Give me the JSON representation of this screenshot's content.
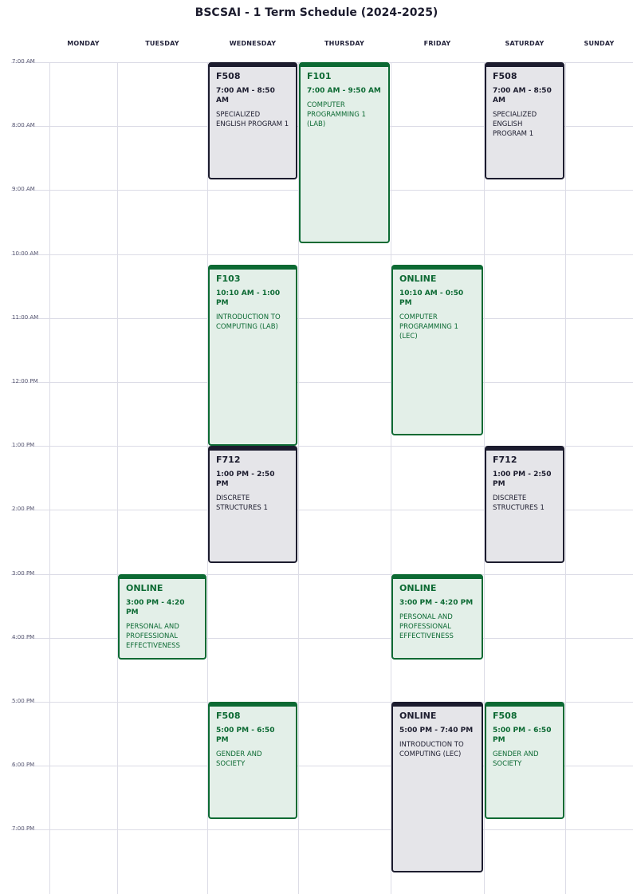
{
  "title": "BSCSAI - 1 Term Schedule (2024-2025)",
  "days": [
    "MONDAY",
    "TUESDAY",
    "WEDNESDAY",
    "THURSDAY",
    "FRIDAY",
    "SATURDAY",
    "SUNDAY"
  ],
  "time_labels": [
    "7:00 AM",
    "8:00 AM",
    "9:00 AM",
    "10:00 AM",
    "11:00 AM",
    "12:00 PM",
    "1:00 PM",
    "2:00 PM",
    "3:00 PM",
    "4:00 PM",
    "5:00 PM",
    "6:00 PM",
    "7:00 PM"
  ],
  "colors": {
    "dark": "#1c1c2e",
    "green": "#0c6a33"
  },
  "events": [
    {
      "day": "WEDNESDAY",
      "start": 7.0,
      "end": 8.8333,
      "style": "dark",
      "room": "F508",
      "time": "7:00 AM - 8:50 AM",
      "course": "SPECIALIZED ENGLISH PROGRAM 1"
    },
    {
      "day": "THURSDAY",
      "start": 7.0,
      "end": 9.8333,
      "style": "green",
      "room": "F101",
      "time": "7:00 AM - 9:50 AM",
      "course": "COMPUTER PROGRAMMING 1 (LAB)"
    },
    {
      "day": "SATURDAY",
      "start": 7.0,
      "end": 8.8333,
      "style": "dark",
      "room": "F508",
      "time": "7:00 AM - 8:50 AM",
      "course": "SPECIALIZED ENGLISH PROGRAM 1"
    },
    {
      "day": "WEDNESDAY",
      "start": 10.1667,
      "end": 13.0,
      "style": "green",
      "room": "F103",
      "time": "10:10 AM - 1:00 PM",
      "course": "INTRODUCTION TO COMPUTING (LAB)"
    },
    {
      "day": "FRIDAY",
      "start": 10.1667,
      "end": 12.8333,
      "style": "green",
      "room": "ONLINE",
      "time": "10:10 AM - 0:50 PM",
      "course": "COMPUTER PROGRAMMING 1 (LEC)"
    },
    {
      "day": "WEDNESDAY",
      "start": 13.0,
      "end": 14.8333,
      "style": "dark",
      "room": "F712",
      "time": "1:00 PM - 2:50 PM",
      "course": "DISCRETE STRUCTURES 1"
    },
    {
      "day": "SATURDAY",
      "start": 13.0,
      "end": 14.8333,
      "style": "dark",
      "room": "F712",
      "time": "1:00 PM - 2:50 PM",
      "course": "DISCRETE STRUCTURES 1"
    },
    {
      "day": "TUESDAY",
      "start": 15.0,
      "end": 16.3333,
      "style": "green",
      "room": "ONLINE",
      "time": "3:00 PM - 4:20 PM",
      "course": "PERSONAL AND PROFESSIONAL EFFECTIVENESS"
    },
    {
      "day": "FRIDAY",
      "start": 15.0,
      "end": 16.3333,
      "style": "green",
      "room": "ONLINE",
      "time": "3:00 PM - 4:20 PM",
      "course": "PERSONAL AND PROFESSIONAL EFFECTIVENESS"
    },
    {
      "day": "WEDNESDAY",
      "start": 17.0,
      "end": 18.8333,
      "style": "green",
      "room": "F508",
      "time": "5:00 PM - 6:50 PM",
      "course": "GENDER AND SOCIETY"
    },
    {
      "day": "FRIDAY",
      "start": 17.0,
      "end": 19.6667,
      "style": "dark",
      "room": "ONLINE",
      "time": "5:00 PM - 7:40 PM",
      "course": "INTRODUCTION TO COMPUTING (LEC)"
    },
    {
      "day": "SATURDAY",
      "start": 17.0,
      "end": 18.8333,
      "style": "green",
      "room": "F508",
      "time": "5:00 PM - 6:50 PM",
      "course": "GENDER AND SOCIETY"
    }
  ]
}
